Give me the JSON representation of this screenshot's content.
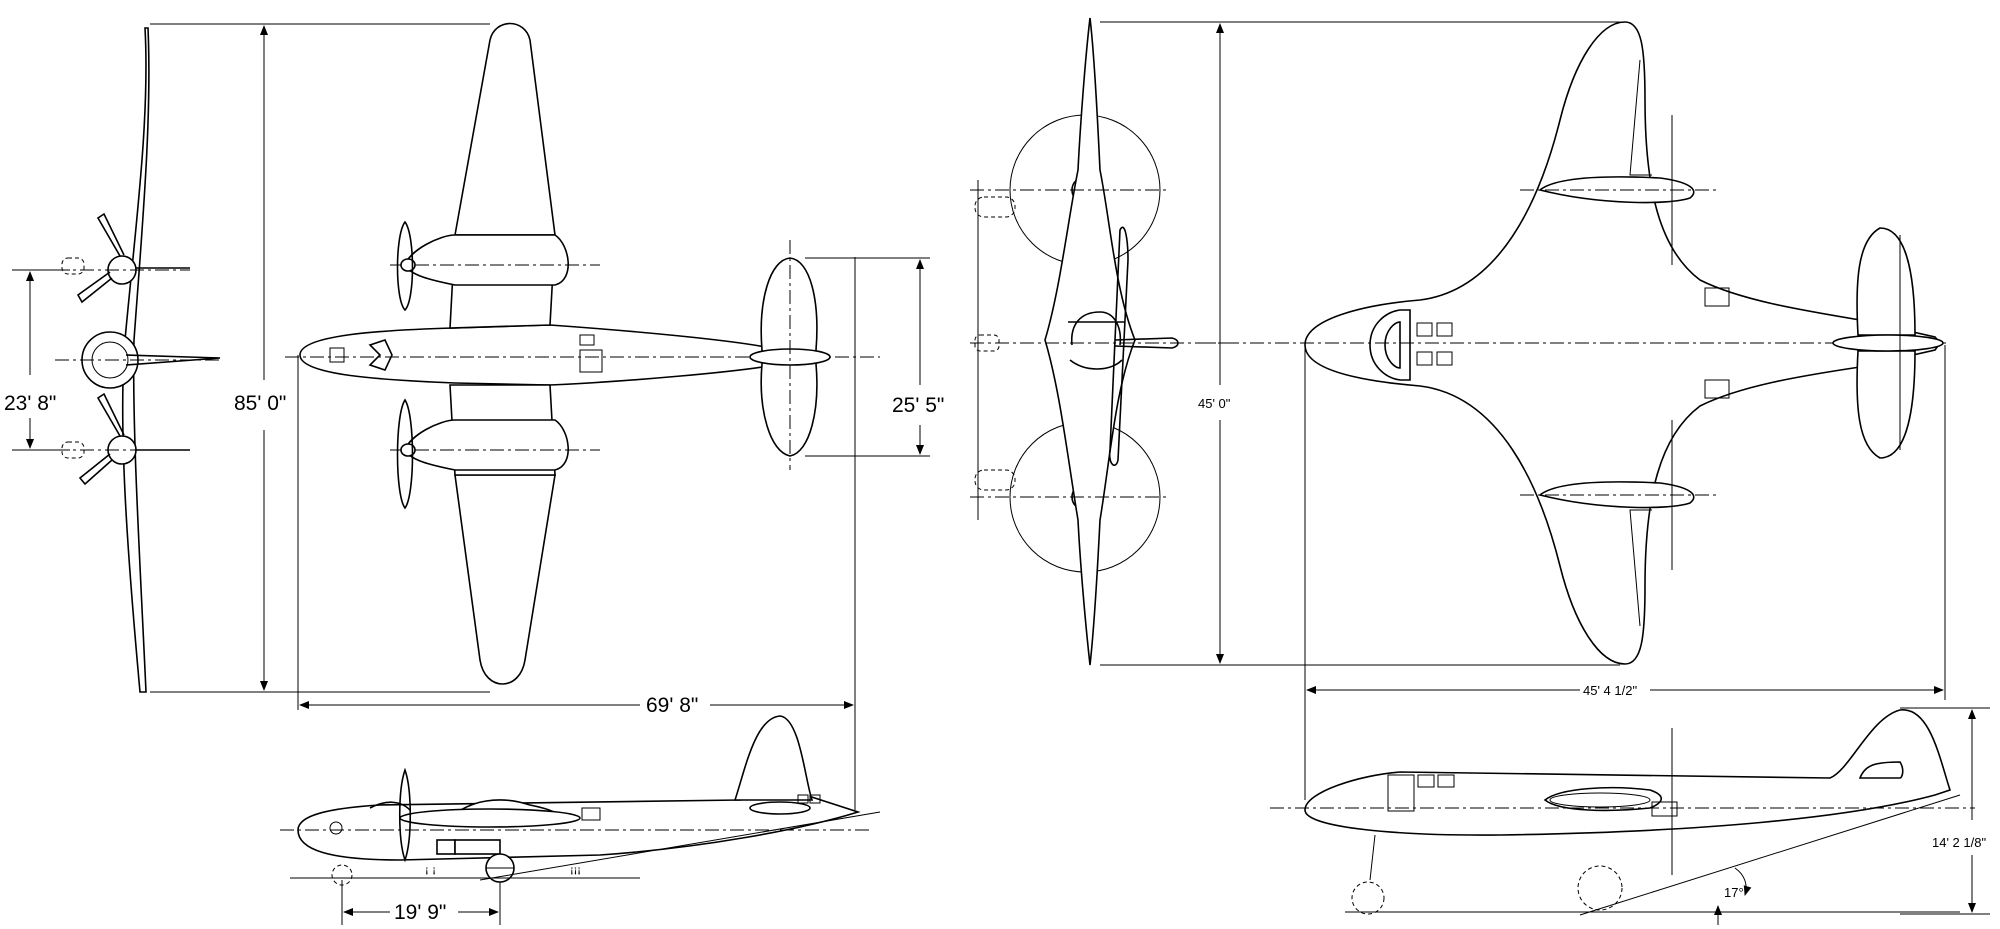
{
  "left_aircraft": {
    "dims": {
      "wingspan": "85' 0\"",
      "length": "69' 8\"",
      "tail_span": "25' 5\"",
      "prop_spacing": "23' 8\"",
      "wheel_track": "19' 9\""
    }
  },
  "right_aircraft": {
    "dims": {
      "wingspan": "45' 0\"",
      "length": "45' 4 1/2\"",
      "height": "14' 2 1/8\"",
      "angle": "17°"
    }
  }
}
